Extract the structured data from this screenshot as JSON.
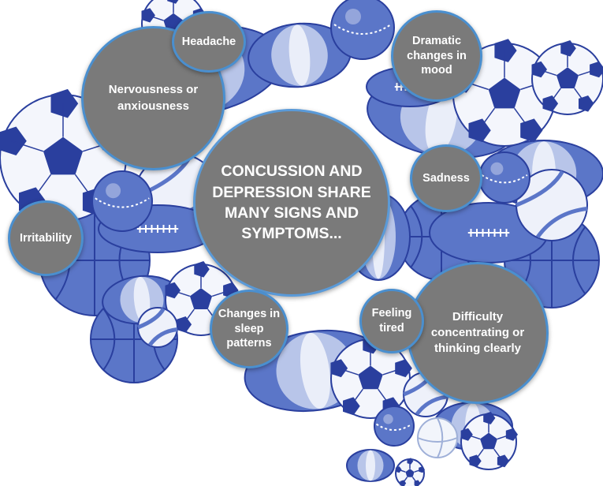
{
  "diagram": {
    "central_message": "CONCUSSION AND\nDEPRESSION SHARE\nMANY SIGNS AND\nSYMPTOMS...",
    "symptoms": {
      "headache": "Headache",
      "nervousness": "Nervousness or\nanxiousness",
      "mood": "Dramatic\nchanges in\nmood",
      "sadness": "Sadness",
      "irritability": "Irritability",
      "sleep": "Changes in\nsleep\npatterns",
      "tired": "Feeling\ntired",
      "concentration": "Difficulty\nconcentrating or\nthinking clearly"
    }
  },
  "colors": {
    "bubble_fill": "#7a7a7a",
    "bubble_border": "#4a8fcf",
    "ball_dark": "#2a3f9e",
    "ball_mid": "#5b76c8",
    "ball_light": "#c9d3ef"
  },
  "background": {
    "shape": "brain-silhouette",
    "contents": [
      "soccer-ball",
      "rugby-ball",
      "cricket-ball",
      "basketball",
      "volleyball",
      "american-football",
      "beach-ball"
    ]
  }
}
